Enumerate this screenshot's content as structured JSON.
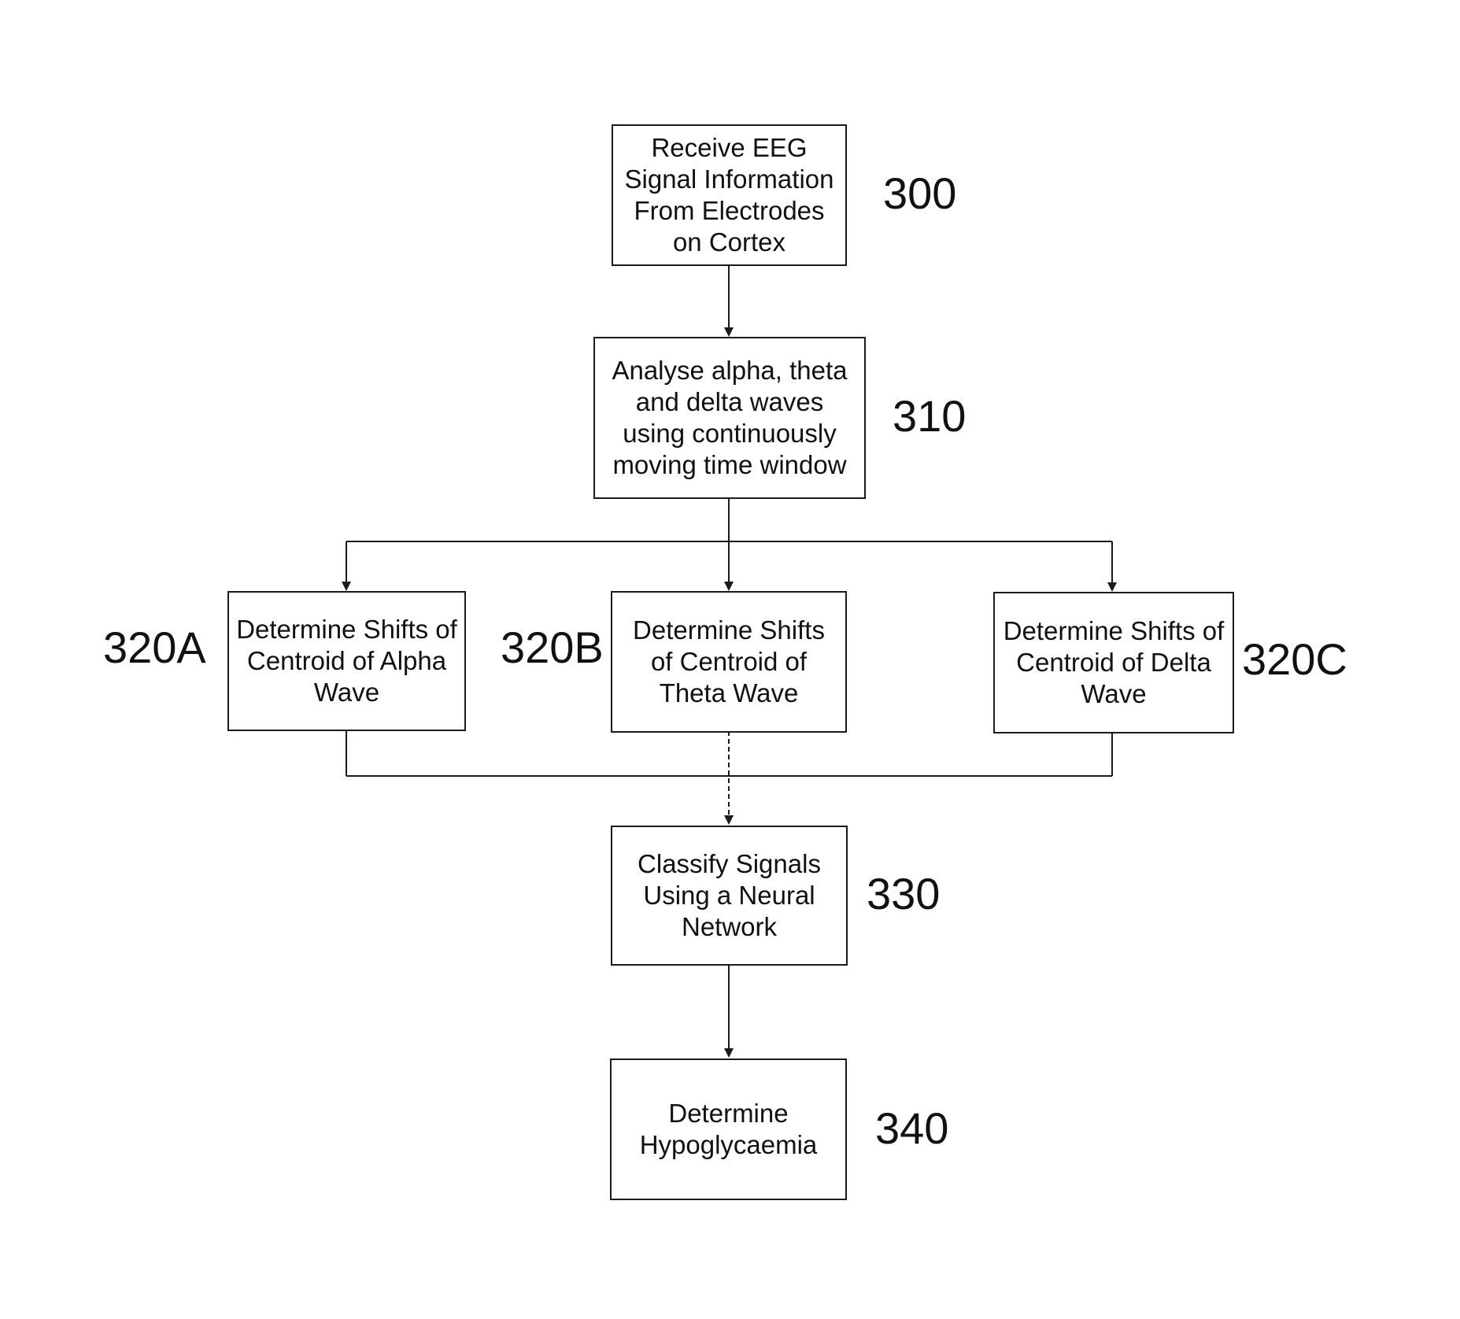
{
  "diagram": {
    "steps": {
      "s300": {
        "text": "Receive EEG Signal Information From Electrodes on Cortex",
        "ref": "300"
      },
      "s310": {
        "text": "Analyse alpha, theta and delta waves using continuously moving time window",
        "ref": "310"
      },
      "s320a": {
        "text": "Determine Shifts of Centroid of Alpha Wave",
        "ref": "320A"
      },
      "s320b": {
        "text": "Determine Shifts of Centroid of Theta Wave",
        "ref": "320B"
      },
      "s320c": {
        "text": "Determine Shifts of Centroid of Delta Wave",
        "ref": "320C"
      },
      "s330": {
        "text": "Classify Signals Using a Neural Network",
        "ref": "330"
      },
      "s340": {
        "text": "Determine Hypoglycaemia",
        "ref": "340"
      }
    },
    "edges": [
      {
        "from": "300",
        "to": "310"
      },
      {
        "from": "310",
        "to": "320A"
      },
      {
        "from": "310",
        "to": "320B"
      },
      {
        "from": "310",
        "to": "320C"
      },
      {
        "from": "320A",
        "to": "330"
      },
      {
        "from": "320B",
        "to": "330"
      },
      {
        "from": "320C",
        "to": "330"
      },
      {
        "from": "330",
        "to": "340"
      }
    ],
    "line_color": "#1a1a1a"
  }
}
